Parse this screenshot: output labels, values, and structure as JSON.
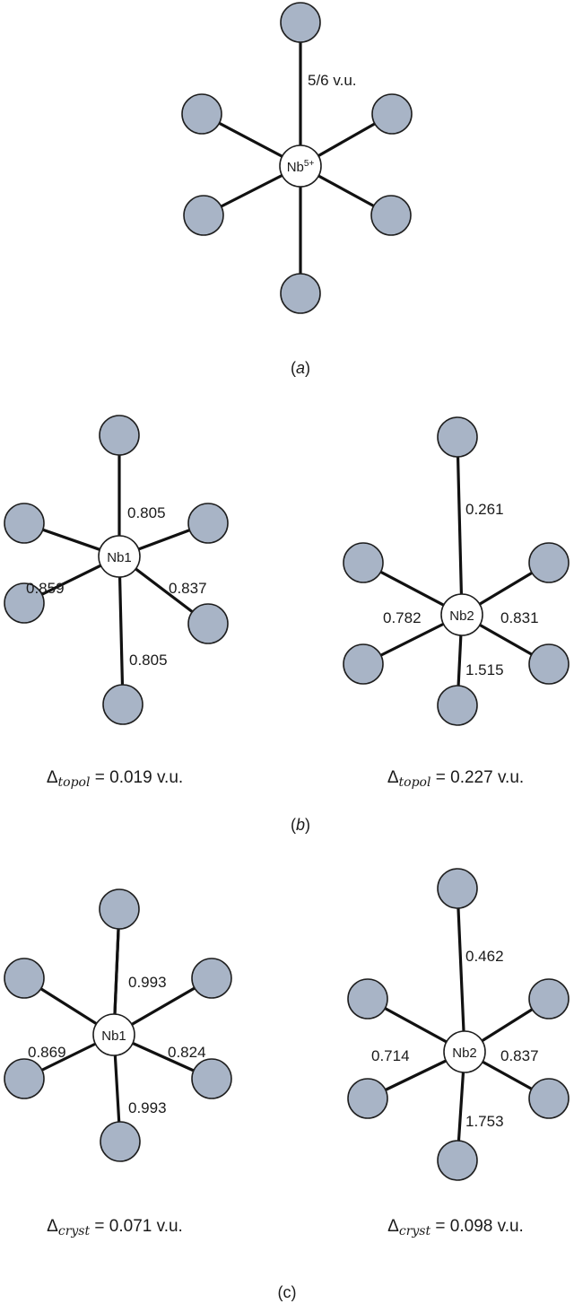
{
  "colors": {
    "ligand": "#a8b4c6",
    "bond": "#111111",
    "center": "#ffffff"
  },
  "panels": {
    "a": {
      "center_text": "Nb",
      "center_sup": "5+",
      "bond_label": "5/6 v.u.",
      "caption": "a"
    },
    "b": {
      "caption": "b",
      "nb1": {
        "center": "Nb1",
        "top": "0.805",
        "left": "0.859",
        "right": "0.837",
        "bottom": "0.805",
        "delta_symbol": "Δ",
        "delta_sub": "topol",
        "delta_value": " = 0.019 v.u."
      },
      "nb2": {
        "center": "Nb2",
        "top": "0.261",
        "left": "0.782",
        "right": "0.831",
        "bottom": "1.515",
        "delta_symbol": "Δ",
        "delta_sub": "topol",
        "delta_value": " = 0.227 v.u."
      }
    },
    "c": {
      "caption": "(c)",
      "nb1": {
        "center": "Nb1",
        "top": "0.993",
        "left": "0.869",
        "right": "0.824",
        "bottom": "0.993",
        "delta_symbol": "Δ",
        "delta_sub": "cryst",
        "delta_value": " = 0.071 v.u."
      },
      "nb2": {
        "center": "Nb2",
        "top": "0.462",
        "left": "0.714",
        "right": "0.837",
        "bottom": "1.753",
        "delta_symbol": "Δ",
        "delta_sub": "cryst",
        "delta_value": " = 0.098 v.u."
      }
    }
  }
}
